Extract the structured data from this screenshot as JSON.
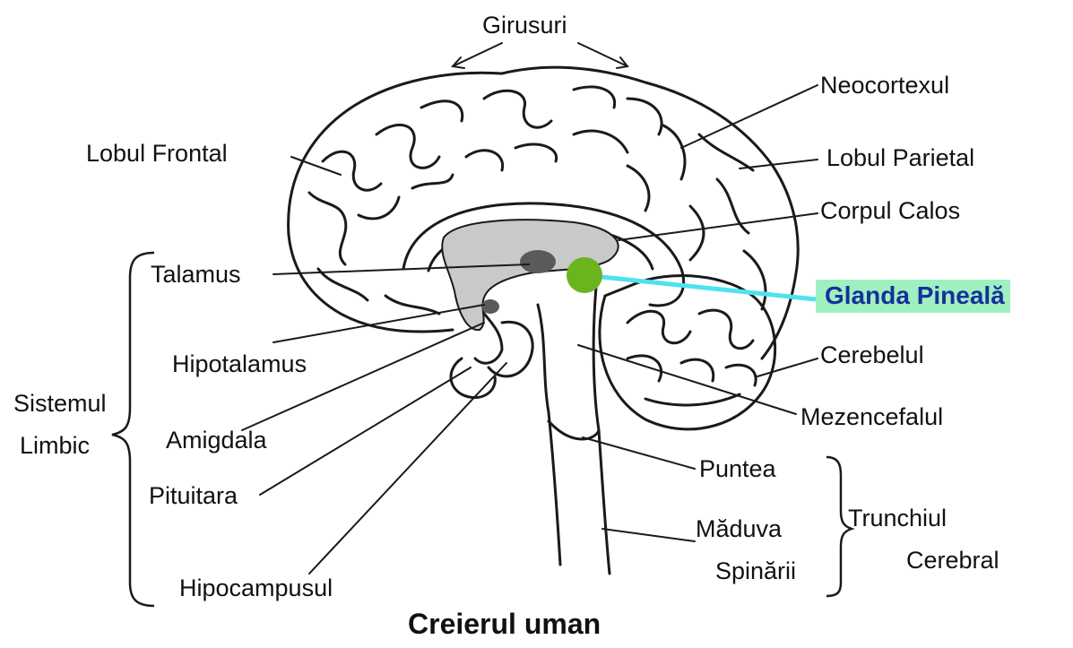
{
  "title": "Creierul uman",
  "labels": {
    "girusuri": "Girusuri",
    "neocortexul": "Neocortexul",
    "lobul_frontal": "Lobul Frontal",
    "lobul_parietal": "Lobul Parietal",
    "corpul_calos": "Corpul Calos",
    "talamus": "Talamus",
    "glanda_pineala": "Glanda Pineală",
    "hipotalamus": "Hipotalamus",
    "cerebelul": "Cerebelul",
    "sistemul": "Sistemul",
    "limbic": "Limbic",
    "amigdala": "Amigdala",
    "mezencefalul": "Mezencefalul",
    "puntea": "Puntea",
    "pituitara": "Pituitara",
    "maduva": "Măduva",
    "spinarii": "Spinării",
    "trunchiul": "Trunchiul",
    "cerebral": "Cerebral",
    "hipocampusul": "Hipocampusul"
  },
  "colors": {
    "highlight_background": "#9ff0c0",
    "highlight_text": "#16309a",
    "pineal_gland": "#6ab41e",
    "pineal_line": "#4de3f0",
    "ventricle_fill": "#c9c9c9",
    "dark_structures": "#5a5a5a"
  }
}
